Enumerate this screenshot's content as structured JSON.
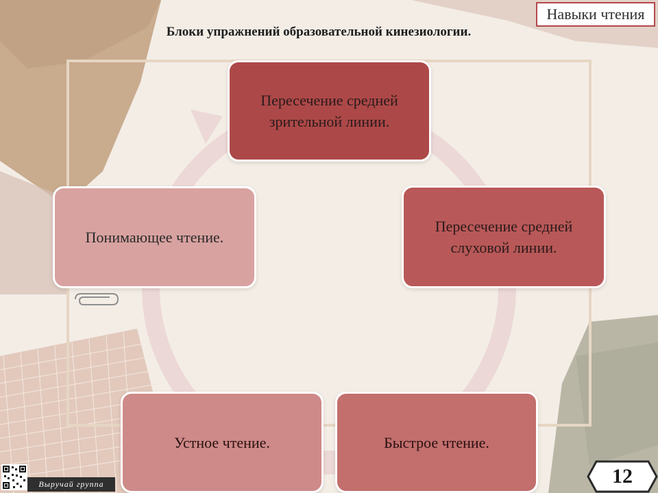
{
  "header": {
    "tag": "Навыки чтения",
    "title": "Блоки упражнений образовательной кинезиологии."
  },
  "cycle": {
    "nodes": [
      "Пересечение средней зрительной линии.",
      "Пересечение средней слуховой линии.",
      "Быстрое чтение.",
      "Устное чтение.",
      "Понимающее чтение."
    ]
  },
  "footer": {
    "brand": "Выручай группа",
    "page_number": "12"
  },
  "colors": {
    "accent": "#b3474b",
    "ring": "#ecd8d6",
    "node1": "#ad4848",
    "node2": "#b95858",
    "node3": "#c26f6d",
    "node4": "#cd8a88",
    "node5": "#d8a2a0"
  },
  "icons": {
    "paperclip": "paperclip-icon",
    "qr": "qr-code-icon"
  }
}
